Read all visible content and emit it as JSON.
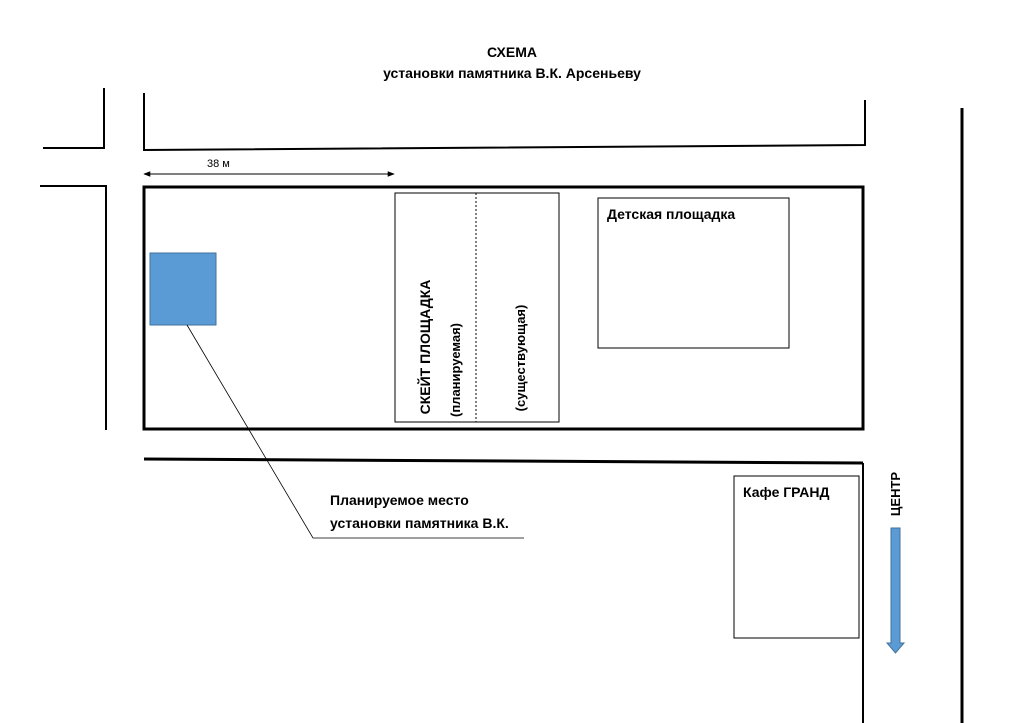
{
  "title": {
    "line1": "СХЕМА",
    "line2": "установки памятника В.К. Арсеньеву"
  },
  "dimension": "38 м",
  "skate": {
    "title": "СКЕЙТ ПЛОЩАДКА",
    "planned": "(планируемая)",
    "existing": "(существующая)"
  },
  "playground": "Детская площадка",
  "cafe": "Кафе ГРАНД",
  "center": "ЦЕНТР",
  "monument_label": {
    "line1": "Планируемое место",
    "line2": "установки памятника В.К."
  },
  "colors": {
    "monument": "#5b9bd5",
    "arrow": "#5b9bd5",
    "line": "#000000"
  }
}
